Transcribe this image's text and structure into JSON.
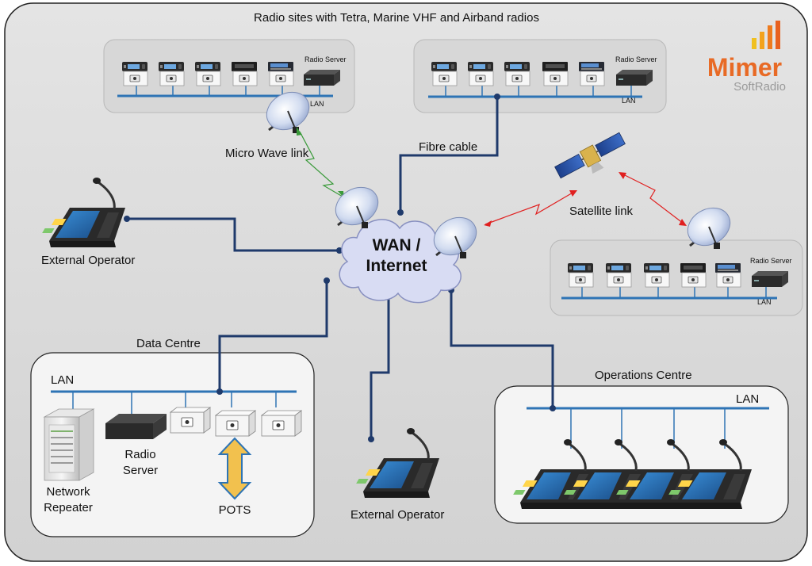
{
  "title": "Radio sites with Tetra, Marine VHF and Airband radios",
  "logo": {
    "brand": "Mimer",
    "product": "SoftRadio",
    "brand_color": "#e86a25",
    "product_color": "#9a9a9a"
  },
  "colors": {
    "link": "#1f3a6b",
    "lan": "#2e74b5",
    "microwave": "#3a9a3a",
    "satellite": "#e02020",
    "cloud": "#d8dcf3",
    "pots": "#f2c14e"
  },
  "cloud": {
    "line1": "WAN /",
    "line2": "Internet"
  },
  "links": {
    "microwave": "Micro Wave link",
    "fibre": "Fibre cable",
    "satellite": "Satellite link"
  },
  "sites": {
    "site1": {
      "server_label": "Radio Server",
      "lan_label": "LAN"
    },
    "site2": {
      "server_label": "Radio Server",
      "lan_label": "LAN"
    },
    "site3": {
      "server_label": "Radio Server",
      "lan_label": "LAN"
    }
  },
  "operators": {
    "left": "External Operator",
    "bottom": "External Operator"
  },
  "data_centre": {
    "title": "Data Centre",
    "lan_label": "LAN",
    "repeater_line1": "Network",
    "repeater_line2": "Repeater",
    "server_line1": "Radio",
    "server_line2": "Server",
    "pots_label": "POTS"
  },
  "operations_centre": {
    "title": "Operations Centre",
    "lan_label": "LAN"
  },
  "icons": [
    "radio-icon",
    "dish-icon",
    "satellite-icon",
    "console-icon",
    "server-tower-icon",
    "gateway-icon",
    "double-arrow-icon"
  ]
}
